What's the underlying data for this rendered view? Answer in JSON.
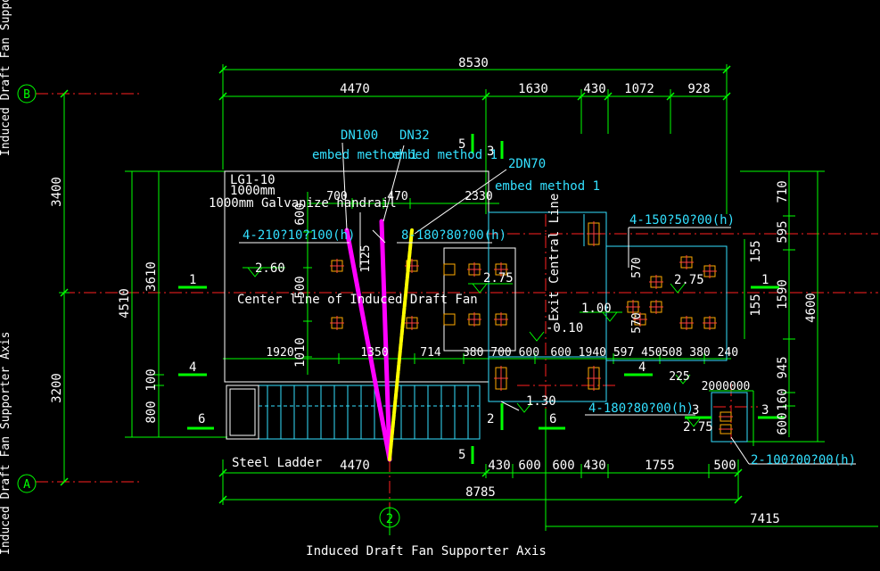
{
  "drawing": {
    "axis_b": "B",
    "axis_a": "A",
    "axis_2": "2",
    "left_axis_label_top": "Induced Draft Fan Suppor",
    "left_axis_label_bottom": "Induced Draft Fan Supporter Axis",
    "bottom_axis_label": "Induced Draft Fan Supporter Axis"
  },
  "dims_top": {
    "total": "8530",
    "seg1": "4470",
    "seg2": "1630",
    "seg3": "430",
    "seg4": "1072",
    "seg5": "928"
  },
  "dims_left": {
    "d3400": "3400",
    "d3200": "3200",
    "d4510": "4510",
    "d3610": "3610",
    "d800": "800",
    "d100": "100",
    "d600": "600",
    "d500": "500",
    "d1010": "1010"
  },
  "dims_right": {
    "d710": "710",
    "d595": "595",
    "d1590": "1590",
    "d945": "945",
    "d600": "600",
    "d160": "160",
    "d4600": "4600",
    "d155a": "155",
    "d155b": "155"
  },
  "dims_bottom": {
    "seg1": "4470",
    "seg2": "430",
    "seg3": "600",
    "seg4": "600",
    "seg5": "430",
    "seg6": "1755",
    "seg7": "500",
    "total": "8785",
    "offset": "7415"
  },
  "dims_inner": {
    "d700": "700",
    "d470": "470",
    "d2330": "2330",
    "d1125": "1125",
    "d1920": "1920",
    "d1350": "1350",
    "d714": "714",
    "run_mid": "380 700 600",
    "run_right": "600 1940 597 450",
    "run_far": "508 380 240",
    "d225": "225",
    "d2000000": "2000000",
    "d570a": "570",
    "d570b": "570"
  },
  "labels": {
    "dn100": "DN100",
    "dn32": "DN32",
    "dn70": "2DN70",
    "embed1": "embed method 1",
    "embed2": "embed method 1",
    "embed3": "embed method 1",
    "lg": "LG1-10",
    "handrail1": "1000mm",
    "handrail2": "1000mm Galvanize handrail",
    "hole1": "4-210?10?100(h)",
    "hole2": "8-180?80?00(h)",
    "hole3": "4-150?50?00(h)",
    "hole4": "4-180?80?00(h)",
    "hole5": "2-100?00?00(h)",
    "center_line": "Center line of Induced Draft Fan",
    "exit_line": "Exit Central Line",
    "steel_ladder": "Steel Ladder",
    "lvl260": "2.60",
    "lvl275a": "2.75",
    "lvl275b": "2.75",
    "lvl275c": "2.75",
    "lvl100": "1.00",
    "lvl010": "-0.10",
    "lvl130": "1.30"
  },
  "sections": {
    "s1": "1",
    "s1r": "1",
    "s4": "4",
    "s4r": "4",
    "s6": "6",
    "s6r": "6",
    "s2": "2",
    "s5a": "5",
    "s5b": "5",
    "s3a": "3",
    "s3b": "3",
    "s3c": "3"
  },
  "colors": {
    "background": "#000000",
    "dimension": "#00ff00",
    "text": "#ffffff",
    "annotation": "#33e0ff",
    "axis": "#ff2020",
    "magenta": "#ff00ff",
    "yellow": "#ffff00",
    "bolt": "#ff4040"
  }
}
